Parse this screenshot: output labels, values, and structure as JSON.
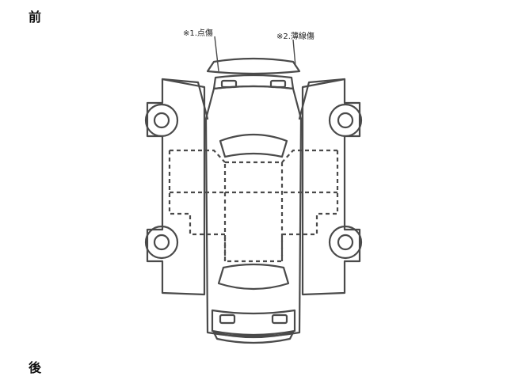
{
  "labels": {
    "front": "前",
    "rear": "後"
  },
  "annotations": {
    "point_damage": "※1.点傷",
    "thin_scratch": "※2.薄線傷"
  }
}
